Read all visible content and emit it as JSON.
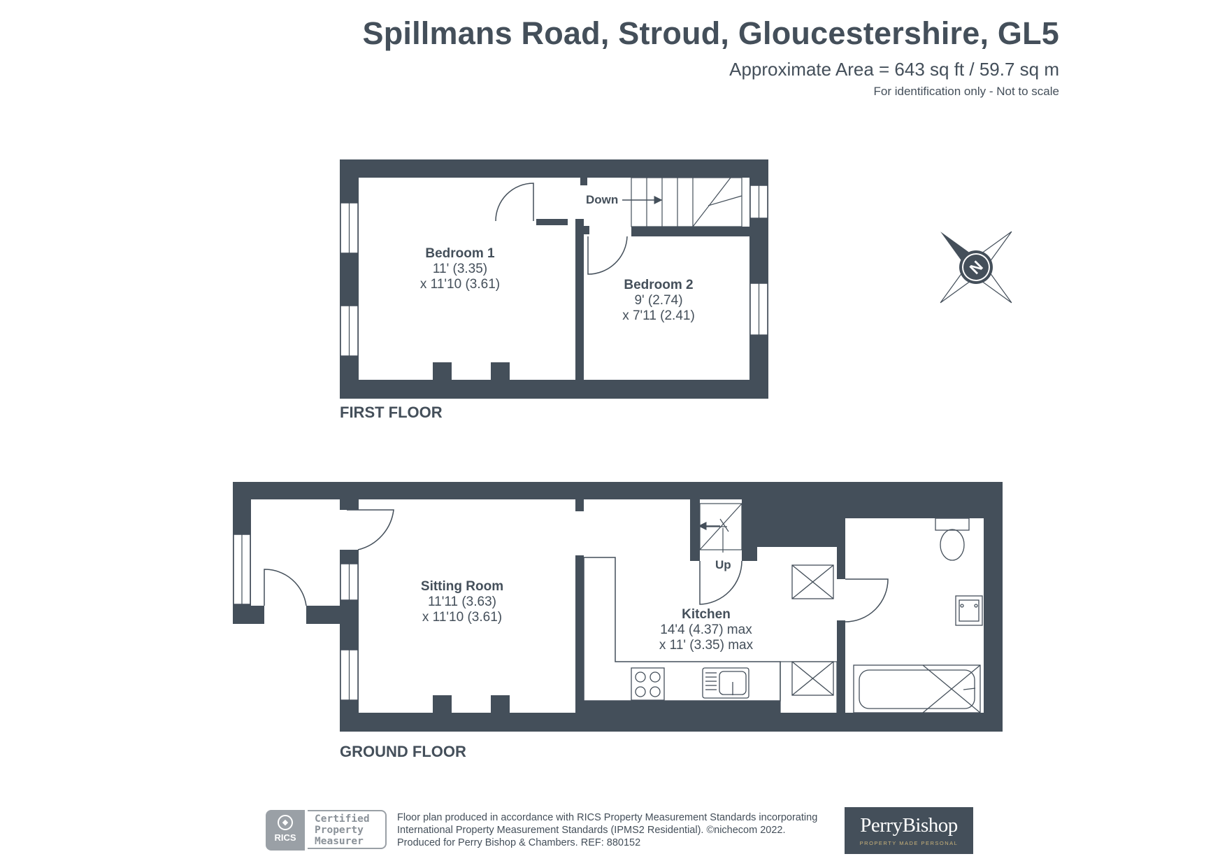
{
  "header": {
    "title": "Spillmans Road, Stroud, Gloucestershire, GL5",
    "area": "Approximate Area = 643 sq ft / 59.7 sq m",
    "disclaimer": "For identification only - Not to scale"
  },
  "compass": {
    "label": "N"
  },
  "first_floor": {
    "label": "FIRST FLOOR",
    "stairs_label": "Down",
    "rooms": [
      {
        "name": "Bedroom 1",
        "dim1": "11' (3.35)",
        "dim2": "x 11'10 (3.61)"
      },
      {
        "name": "Bedroom 2",
        "dim1": "9' (2.74)",
        "dim2": "x 7'11 (2.41)"
      }
    ]
  },
  "ground_floor": {
    "label": "GROUND FLOOR",
    "stairs_label": "Up",
    "rooms": [
      {
        "name": "Sitting Room",
        "dim1": "11'11 (3.63)",
        "dim2": "x 11'10 (3.61)"
      },
      {
        "name": "Kitchen",
        "dim1": "14'4 (4.37) max",
        "dim2": "x 11' (3.35) max"
      }
    ]
  },
  "footer": {
    "rics_badge": "RICS",
    "rics_text": [
      "Certified",
      "Property",
      "Measurer"
    ],
    "lines": [
      "Floor plan produced in accordance with RICS Property Measurement Standards incorporating",
      "International Property Measurement Standards (IPMS2 Residential).   ©nichecom 2022.",
      "Produced for Perry Bishop & Chambers.   REF:  880152"
    ],
    "brand_name": "PerryBishop",
    "brand_tagline": "PROPERTY MADE PERSONAL"
  },
  "colors": {
    "wall": "#444f5a",
    "text": "#444f5a",
    "fixture": "#5a6470"
  }
}
